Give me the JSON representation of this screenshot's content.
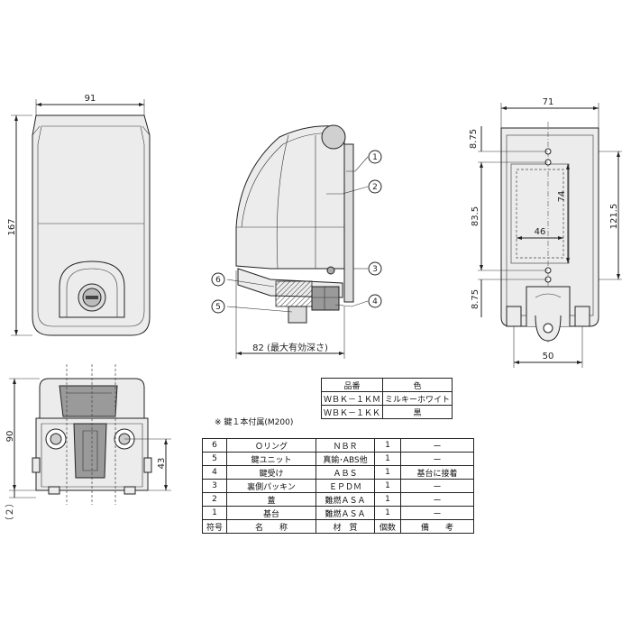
{
  "dims": {
    "front_width": "91",
    "front_height": "167",
    "side_depth": "82 (最大有効深さ)",
    "back_width": "71",
    "back_top_margin": "8.75",
    "back_hole_pitch": "83.5",
    "back_inner_height": "74",
    "back_total_height": "121.5",
    "back_inner_width": "46",
    "back_bottom_margin": "8.75",
    "back_bottom_width": "50",
    "bottom_height": "90",
    "bottom_mid_height": "43",
    "bottom_offset": "（２）"
  },
  "callouts": [
    "1",
    "2",
    "3",
    "4",
    "5",
    "6"
  ],
  "model_table": {
    "headers": [
      "品番",
      "色"
    ],
    "rows": [
      [
        "ＷＢＫ－１ＫＭ",
        "ミルキーホワイト"
      ],
      [
        "ＷＢＫ－１ＫＫ",
        "黒"
      ]
    ]
  },
  "key_note": "※ 鍵１本付属(M200)",
  "parts_table": {
    "rows": [
      [
        "6",
        "Ｏリング",
        "ＮＢＲ",
        "1",
        "ー"
      ],
      [
        "5",
        "鍵ユニット",
        "真鍮･ABS他",
        "1",
        "ー"
      ],
      [
        "4",
        "鍵受け",
        "ＡＢＳ",
        "1",
        "基台に接着"
      ],
      [
        "3",
        "裏側パッキン",
        "ＥＰＤＭ",
        "1",
        "ー"
      ],
      [
        "2",
        "蓋",
        "難燃ＡＳＡ",
        "1",
        "ー"
      ],
      [
        "1",
        "基台",
        "難燃ＡＳＡ",
        "1",
        "ー"
      ]
    ],
    "headers": [
      "符号",
      "名　　称",
      "材　質",
      "個数",
      "備　　考"
    ]
  }
}
